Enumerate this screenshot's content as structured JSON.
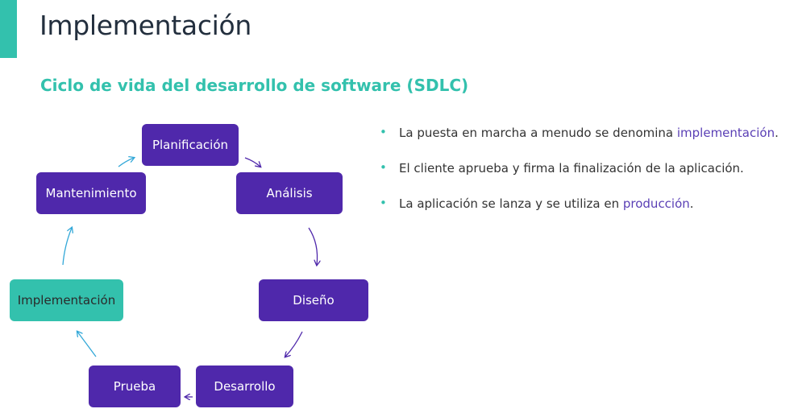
{
  "header": {
    "title": "Implementación",
    "subtitle": "Ciclo de vida del desarrollo de software (SDLC)"
  },
  "diagram": {
    "nodes": {
      "planning": "Planificación",
      "analysis": "Análisis",
      "design": "Diseño",
      "development": "Desarrollo",
      "testing": "Prueba",
      "implementation": "Implementación",
      "maintenance": "Mantenimiento"
    },
    "active_node": "implementation"
  },
  "bullets": [
    {
      "pre": "La puesta en marcha a menudo se denomina ",
      "highlight": "implementación",
      "post": "."
    },
    {
      "pre": "El cliente aprueba y firma la finalización de la aplicación.",
      "highlight": "",
      "post": ""
    },
    {
      "pre": "La aplicación se lanza y se utiliza en ",
      "highlight": "producción",
      "post": "."
    }
  ],
  "colors": {
    "accent": "#33c1ad",
    "node_fill": "#4f28ab",
    "highlight_text": "#5a3fb5"
  }
}
